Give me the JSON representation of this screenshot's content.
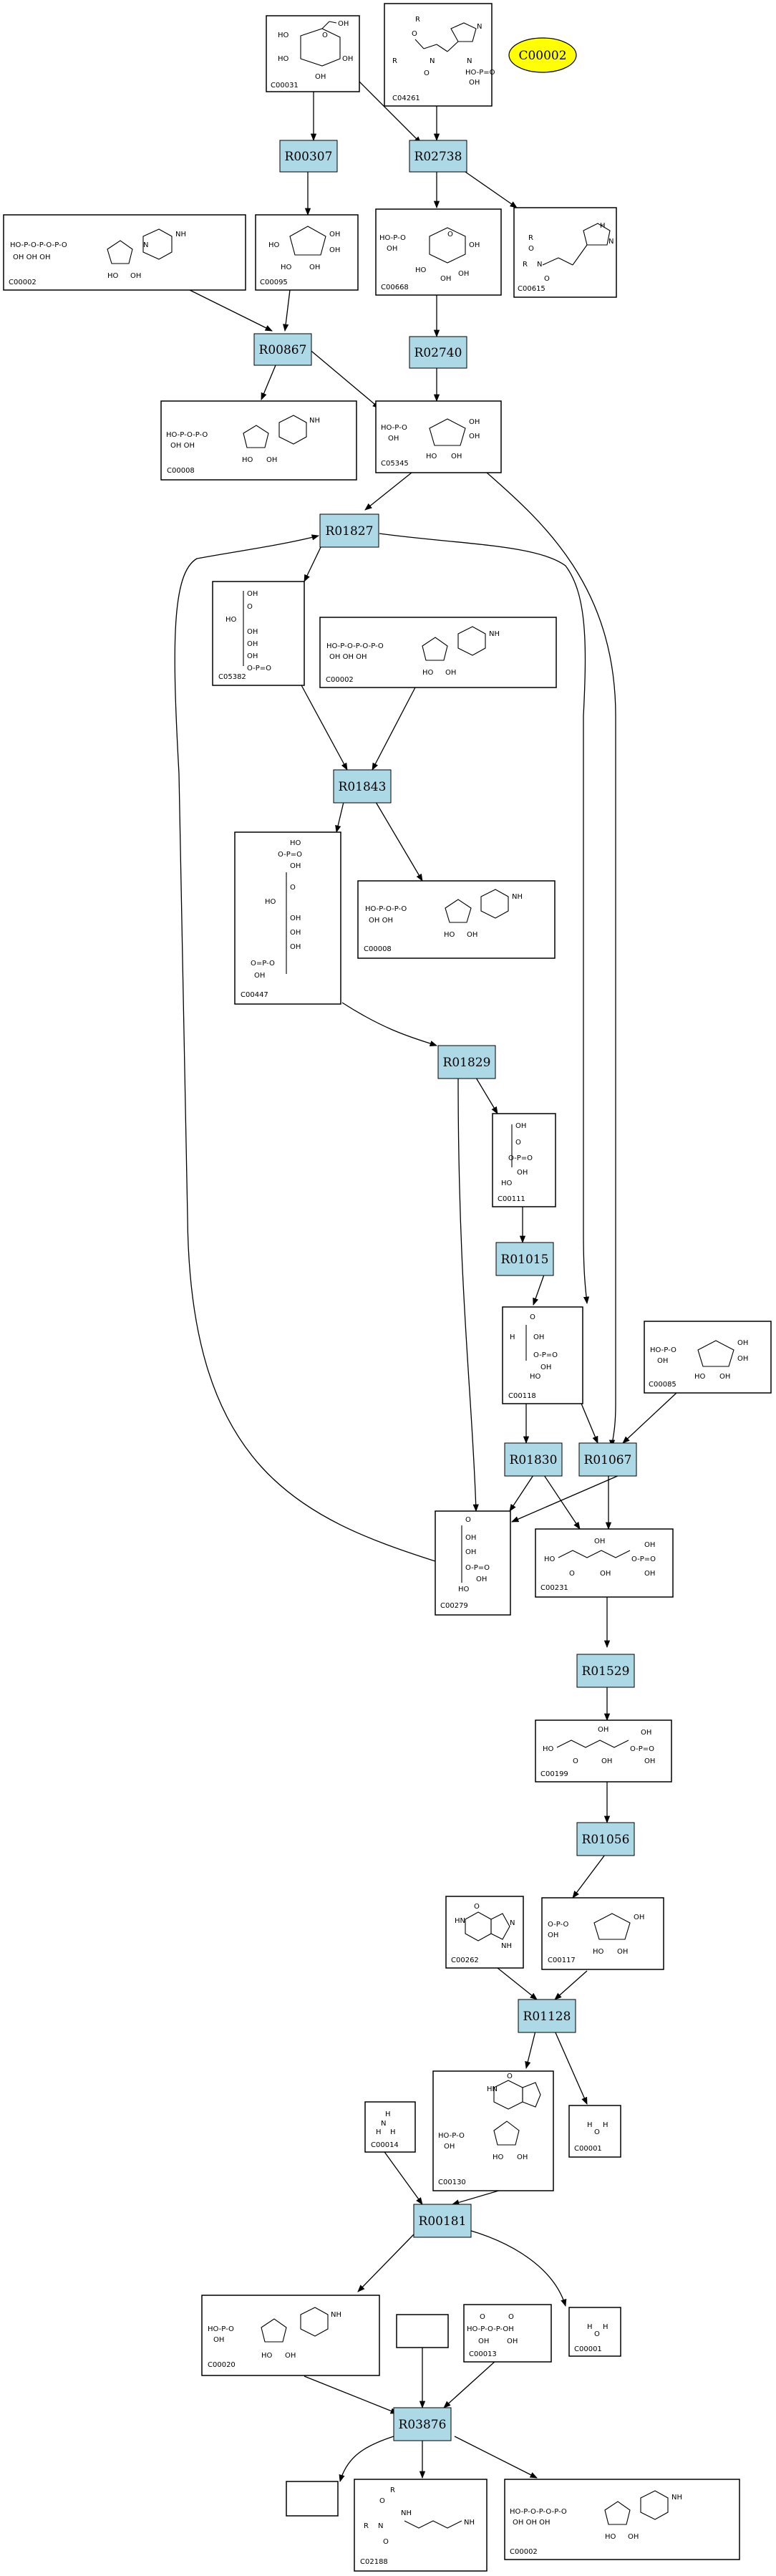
{
  "highlight": {
    "label": "C00002",
    "fill": "#ffff00"
  },
  "colors": {
    "reaction_fill": "#add8e6",
    "compound_fill": "#ffffff"
  },
  "reactions": {
    "R00307": "R00307",
    "R02738": "R02738",
    "R00867": "R00867",
    "R02740": "R02740",
    "R01827": "R01827",
    "R01843": "R01843",
    "R01829": "R01829",
    "R01015": "R01015",
    "R01830": "R01830",
    "R01067": "R01067",
    "R01529": "R01529",
    "R01056": "R01056",
    "R01128": "R01128",
    "R00181": "R00181",
    "R03876": "R03876"
  },
  "compounds": {
    "c00031": "C00031",
    "c04261": "C04261",
    "c00002_top": "C00002",
    "c00095": "C00095",
    "c00668": "C00668",
    "c00615": "C00615",
    "c00008": "C00008",
    "c05345": "C05345",
    "c05382": "C05382",
    "c00002_mid": "C00002",
    "c00447": "C00447",
    "c00008_b": "C00008",
    "c00111": "C00111",
    "c00118": "C00118",
    "c00085": "C00085",
    "c00279": "C00279",
    "c00231": "C00231",
    "c00199": "C00199",
    "c00262": "C00262",
    "c00117": "C00117",
    "c00130": "C00130",
    "c00001_a": "C00001",
    "c00014": "C00014",
    "c00020": "C00020",
    "c00013": "C00013",
    "c00001_b": "C00001",
    "c02188": "C02188",
    "c00002_bot": "C00002"
  }
}
